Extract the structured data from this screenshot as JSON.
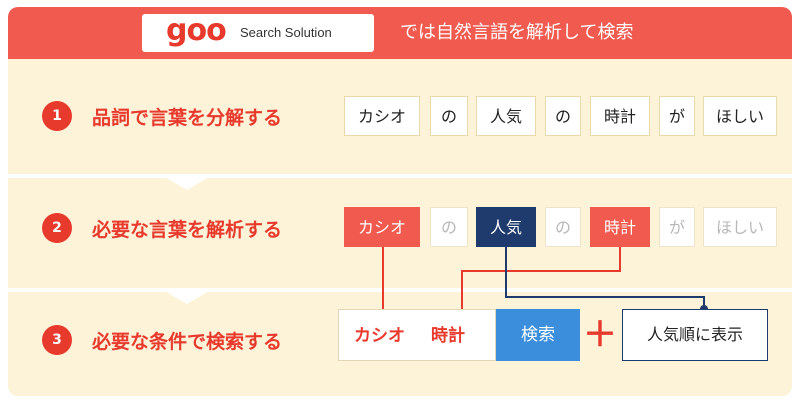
{
  "header": {
    "logo_main": "goo",
    "logo_sub": "Search Solution",
    "text": "では自然言語を解析して検索"
  },
  "steps": [
    {
      "num": "1",
      "label": "品詞で言葉を分解する",
      "tokens": [
        "カシオ",
        "の",
        "人気",
        "の",
        "時計",
        "が",
        "ほしい"
      ]
    },
    {
      "num": "2",
      "label": "必要な言葉を解析する",
      "tokens": [
        "カシオ",
        "の",
        "人気",
        "の",
        "時計",
        "が",
        "ほしい"
      ]
    },
    {
      "num": "3",
      "label": "必要な条件で検索する",
      "search_terms": [
        "カシオ",
        "時計"
      ],
      "search_button": "検索",
      "plus": "＋",
      "sort_label": "人気順に表示"
    }
  ],
  "colors": {
    "header_red": "#f05a4f",
    "accent_red": "#e8392d",
    "navy": "#1f3a6d",
    "search_blue": "#3b8edb",
    "background": "#fdf3d9"
  }
}
